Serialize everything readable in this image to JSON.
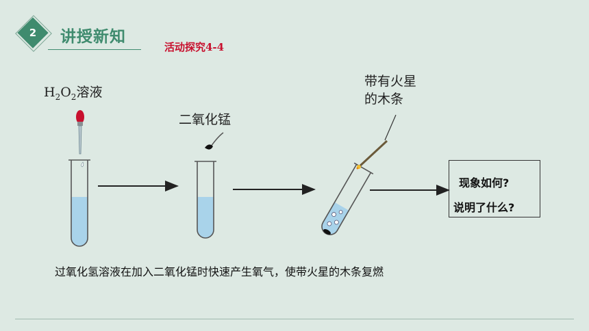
{
  "section": {
    "number": "2",
    "title": "讲授新知"
  },
  "activity_title": "活动探究4-4",
  "step1": {
    "formula_h": "H",
    "formula_sub1": "2",
    "formula_o": "O",
    "formula_sub2": "2",
    "label": "溶液"
  },
  "step2": {
    "label": "二氧化锰"
  },
  "step3": {
    "label_line1": "带有火星",
    "label_line2": "的木条"
  },
  "question": {
    "line1": "现象如何?",
    "line2": "说明了什么?"
  },
  "conclusion": "过氧化氢溶液在加入二氧化锰时快速产生氧气，使带火星的木条复燃",
  "colors": {
    "accent": "#3f8b6e",
    "activity_red": "#c8102e",
    "liquid": "#a9d3ea",
    "background": "#dde9e3"
  }
}
